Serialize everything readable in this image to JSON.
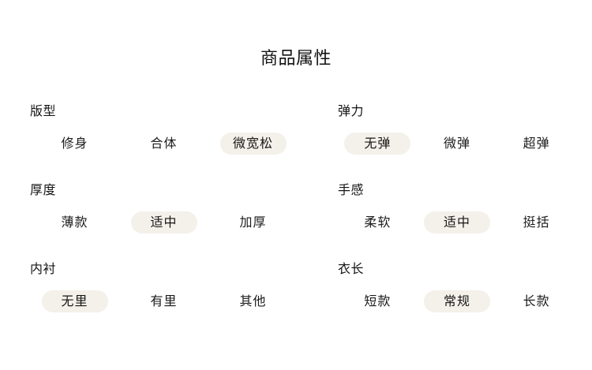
{
  "panel": {
    "title": "商品属性",
    "selected_pill_color": "#f4f1ea",
    "background_color": "#ffffff",
    "text_color": "#1b1b1b",
    "groups": [
      {
        "id": "fit",
        "label": "版型",
        "column": "left",
        "row": 1,
        "options": [
          {
            "label": "修身",
            "selected": false
          },
          {
            "label": "合体",
            "selected": false
          },
          {
            "label": "微宽松",
            "selected": true
          }
        ],
        "selected_value": "微宽松"
      },
      {
        "id": "elasticity",
        "label": "弹力",
        "column": "right",
        "row": 1,
        "options": [
          {
            "label": "无弹",
            "selected": true
          },
          {
            "label": "微弹",
            "selected": false
          },
          {
            "label": "超弹",
            "selected": false
          }
        ],
        "selected_value": "无弹"
      },
      {
        "id": "thickness",
        "label": "厚度",
        "column": "left",
        "row": 2,
        "options": [
          {
            "label": "薄款",
            "selected": false
          },
          {
            "label": "适中",
            "selected": true
          },
          {
            "label": "加厚",
            "selected": false
          }
        ],
        "selected_value": "适中"
      },
      {
        "id": "handfeel",
        "label": "手感",
        "column": "right",
        "row": 2,
        "options": [
          {
            "label": "柔软",
            "selected": false
          },
          {
            "label": "适中",
            "selected": true
          },
          {
            "label": "挺括",
            "selected": false
          }
        ],
        "selected_value": "适中"
      },
      {
        "id": "lining",
        "label": "内衬",
        "column": "left",
        "row": 3,
        "options": [
          {
            "label": "无里",
            "selected": true
          },
          {
            "label": "有里",
            "selected": false
          },
          {
            "label": "其他",
            "selected": false
          }
        ],
        "selected_value": "无里"
      },
      {
        "id": "length",
        "label": "衣长",
        "column": "right",
        "row": 3,
        "options": [
          {
            "label": "短款",
            "selected": false
          },
          {
            "label": "常规",
            "selected": true
          },
          {
            "label": "长款",
            "selected": false
          }
        ],
        "selected_value": "常规"
      }
    ]
  }
}
